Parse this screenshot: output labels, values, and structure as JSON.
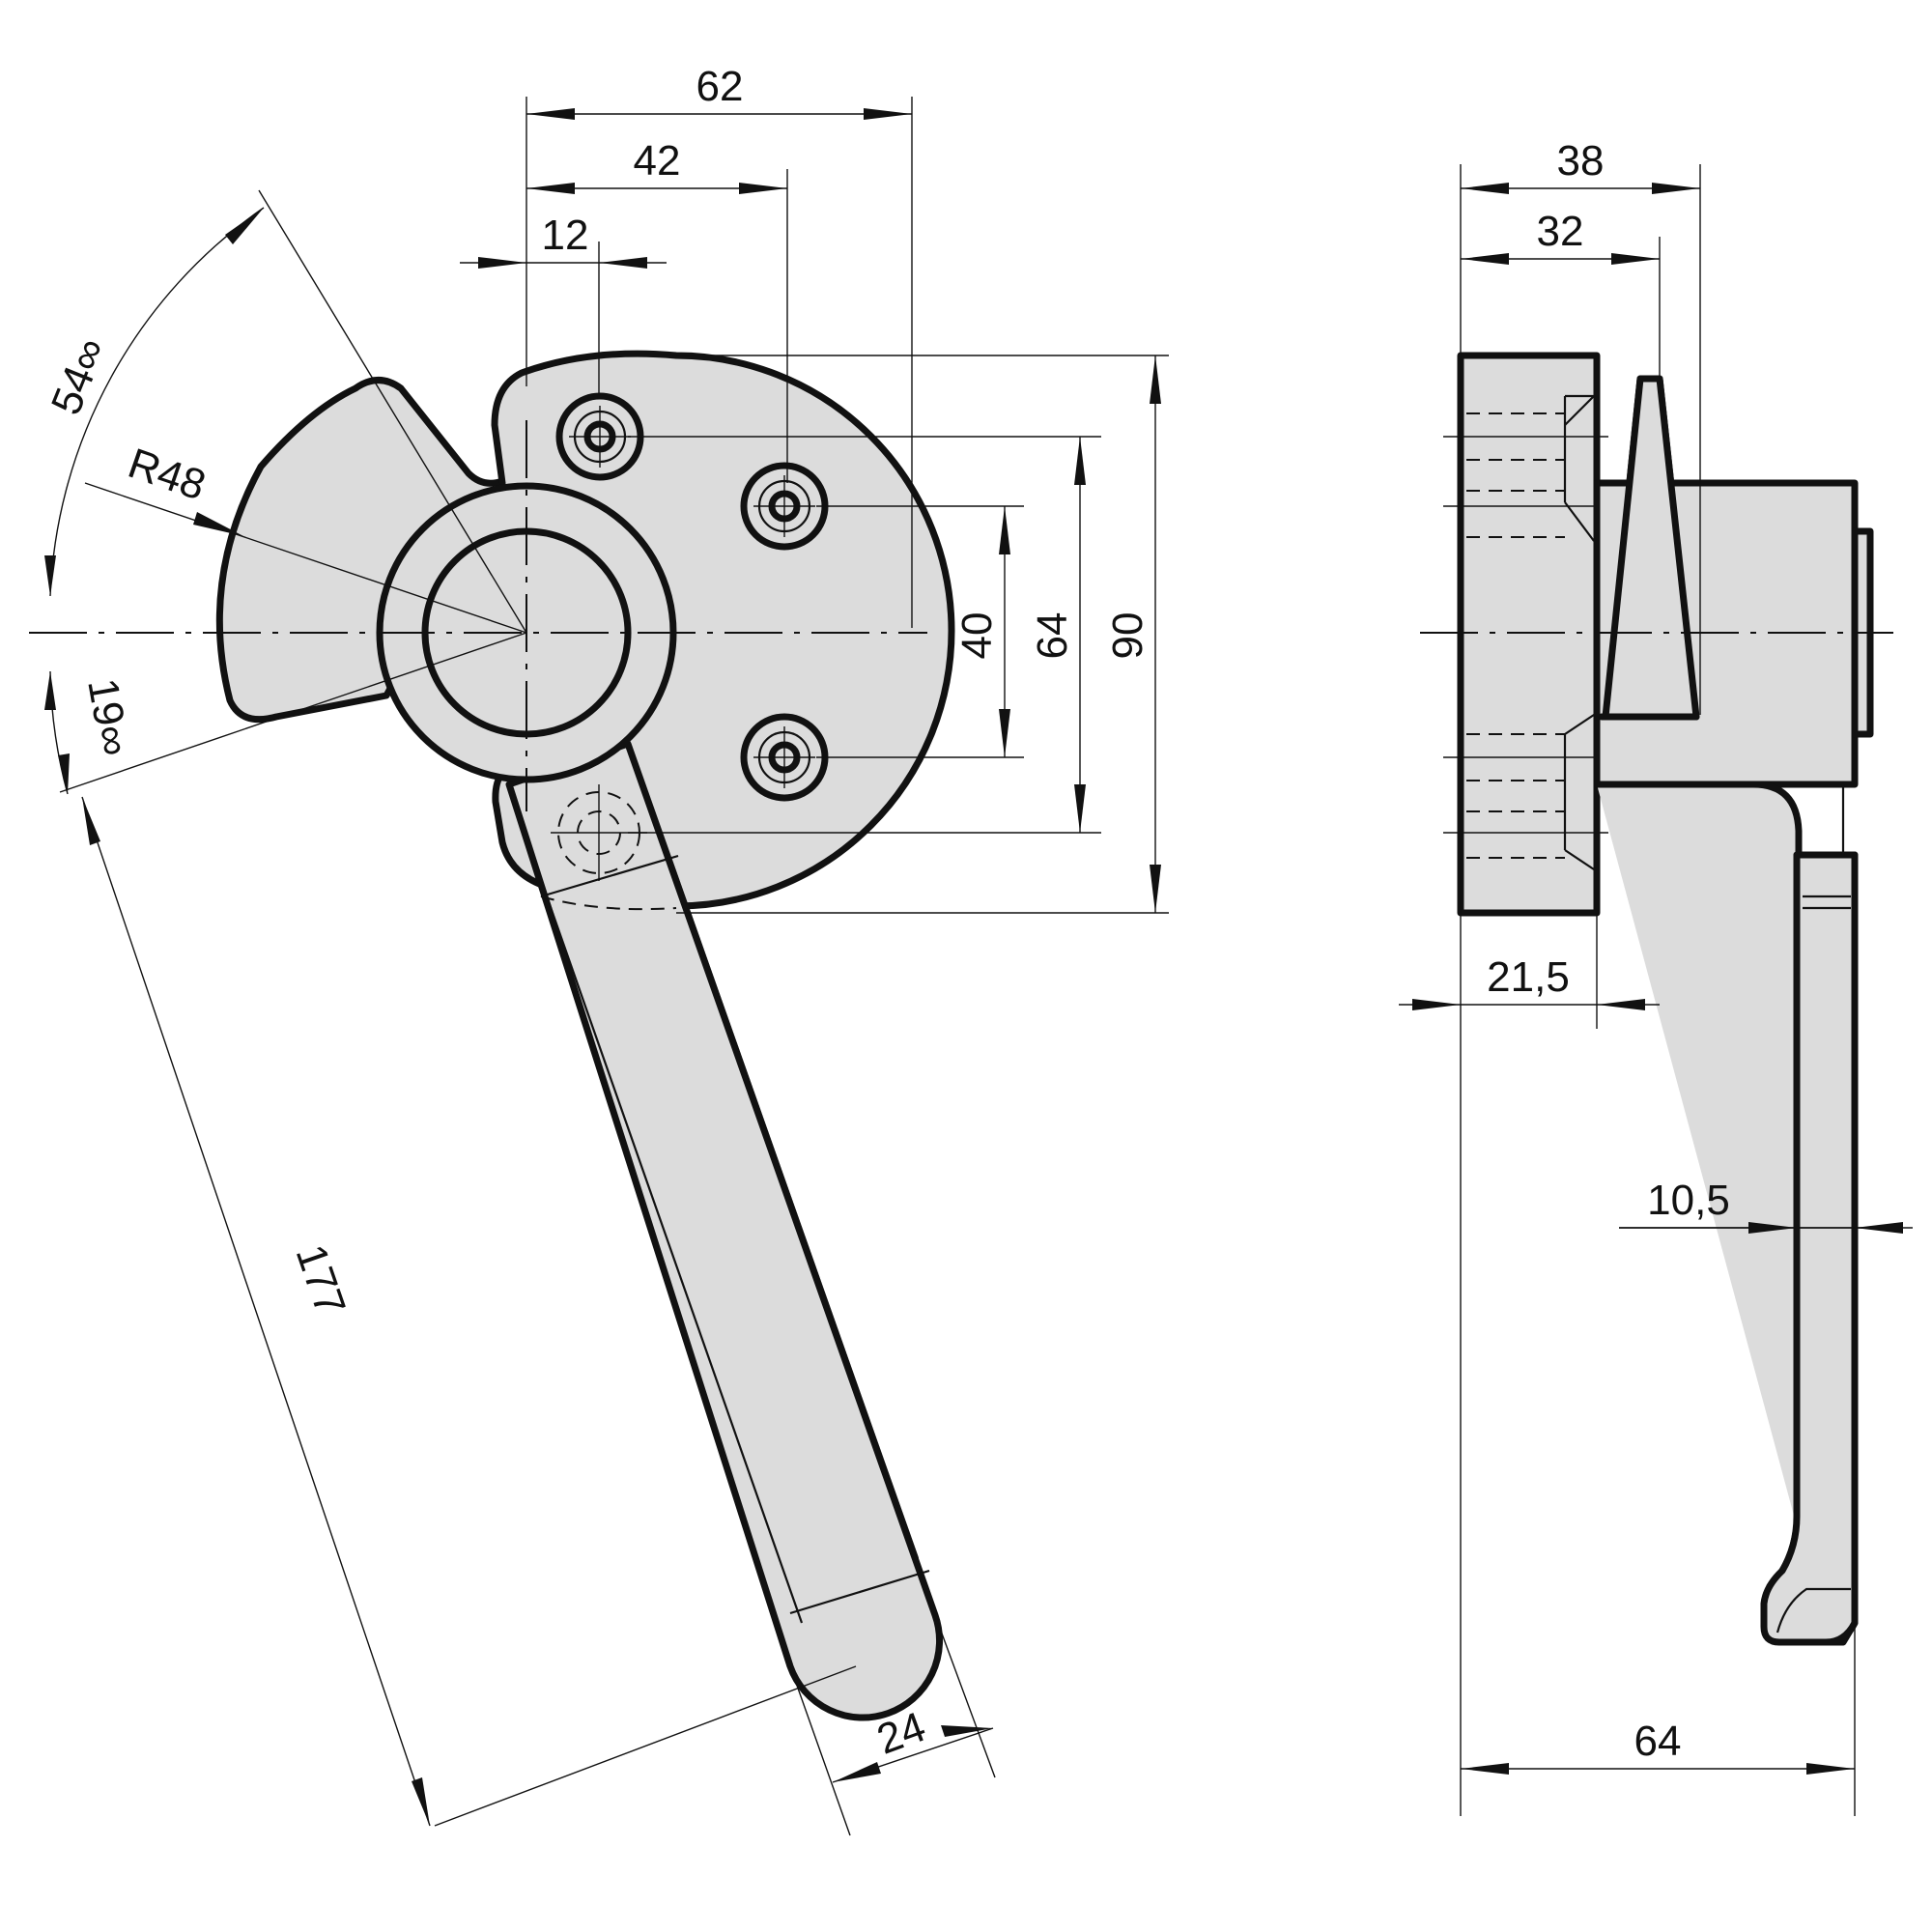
{
  "dimensions": {
    "front_top_62": "62",
    "front_top_42": "42",
    "front_top_12": "12",
    "front_right_40": "40",
    "front_right_64": "64",
    "front_right_90": "90",
    "angle_54": "54∞",
    "angle_19": "19∞",
    "radius": "R48",
    "handle_length": "177",
    "handle_width": "24",
    "side_38": "38",
    "side_32": "32",
    "side_21_5": "21,5",
    "side_10_5": "10,5",
    "side_64": "64"
  }
}
